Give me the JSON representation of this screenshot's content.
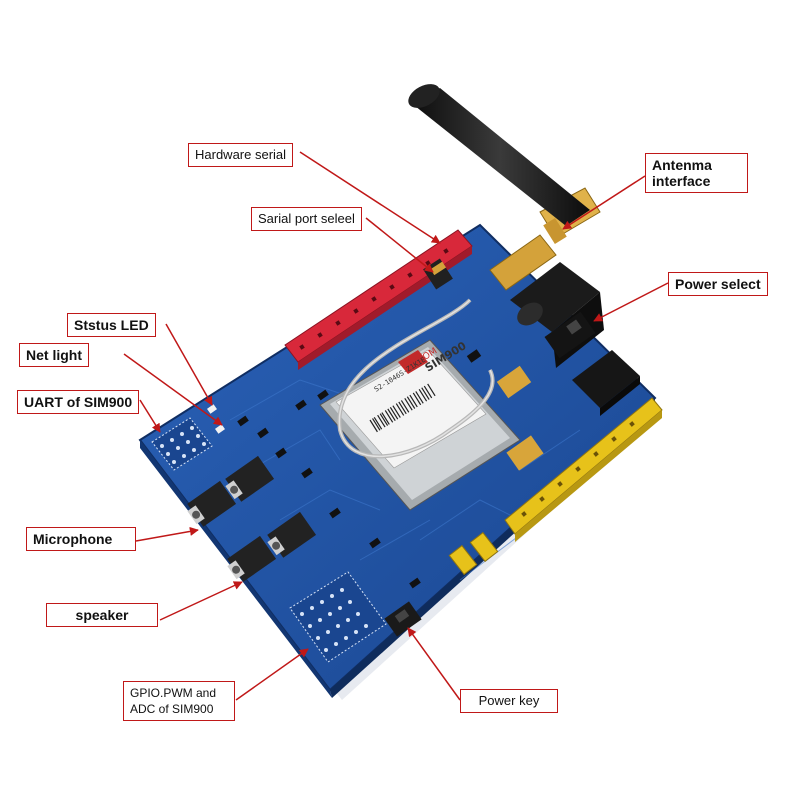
{
  "module": {
    "brand_text": "SIMCOM",
    "model_text": "SIM900",
    "part_text": "S2-1046S-Z1K1E"
  },
  "labels": {
    "hardware_serial": "Hardware serial",
    "serial_port_select": "Sarial port seleel",
    "antenna_line1": "Antenma",
    "antenna_line2": "interface",
    "status_led": "Ststus LED",
    "net_light": "Net light",
    "power_select": "Power select",
    "uart": "UART of SIM900",
    "microphone": "Microphone",
    "speaker": "speaker",
    "gpio_line1": "GPIO.PWM and",
    "gpio_line2": "ADC of SIM900",
    "power_key": "Power key"
  },
  "colors": {
    "board": "#1f4f9e",
    "board_dark": "#163a78",
    "header_red": "#d8283a",
    "header_yellow": "#e7c21a",
    "callout_line": "#c01818",
    "module_silver": "#cfd3d6",
    "antenna_black": "#1a1a1a",
    "gold": "#d4a23a"
  }
}
